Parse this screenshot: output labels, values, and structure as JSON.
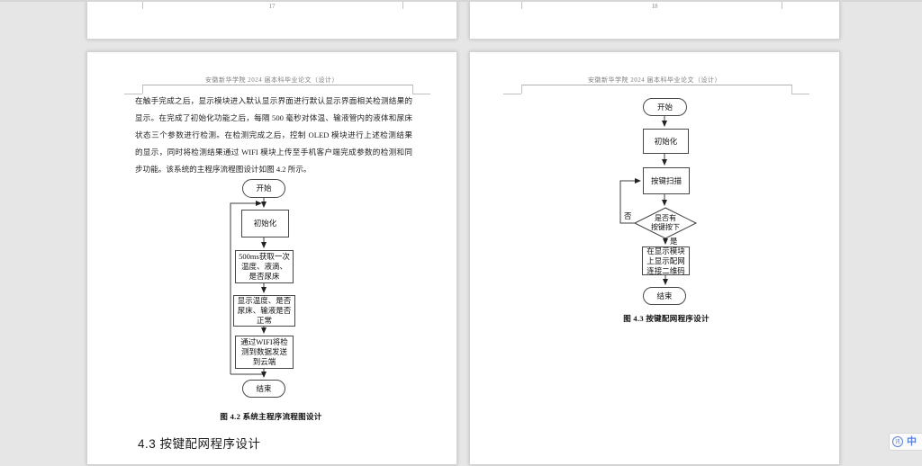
{
  "canvas": {
    "background": "#e6e6e6",
    "page_color": "#ffffff"
  },
  "top_pages": {
    "left_page_number": "17",
    "right_page_number": "18"
  },
  "header_text": "安徽新华学院 2024 届本科毕业论文（设计）",
  "left_page": {
    "paragraph_lines": [
      "在触手完成之后，显示模块进入默认显示界面进行默认显示界面相关检测结果的",
      "显示。在完成了初始化功能之后，每隔 500 毫秒对体温、输液管内的液体和尿床",
      "状态三个参数进行检测。在检测完成之后，控制 OLED 模块进行上述检测结果",
      "的显示，同时将检测结果通过 WIFI 模块上传至手机客户端完成参数的检测和同",
      "步功能。该系统的主程序流程图设计如图 4.2 所示。"
    ],
    "flowchart": {
      "start": "开始",
      "init": "初始化",
      "sample": [
        "500ms获取一次",
        "温度、液滴、",
        "是否尿床"
      ],
      "display": [
        "显示温度、是否",
        "尿床、输液是否",
        "正常"
      ],
      "wifi": [
        "通过WIFI将检",
        "测到数据发送",
        "到云端"
      ],
      "end": "结束"
    },
    "caption": "图 4.2  系统主程序流程图设计",
    "heading": "4.3  按键配网程序设计"
  },
  "right_page": {
    "flowchart": {
      "start": "开始",
      "init": "初始化",
      "scan": "按键扫描",
      "decision": [
        "是否有",
        "按键按下"
      ],
      "no_label": "否",
      "yes_label": "是",
      "show_qr": [
        "在显示模块",
        "上显示配网",
        "连接二维码"
      ],
      "end": "结束"
    },
    "caption": "图 4.3  按键配网程序设计"
  },
  "ime": {
    "logo_text": "讯",
    "mode": "中",
    "accent_color": "#5b80d9"
  }
}
